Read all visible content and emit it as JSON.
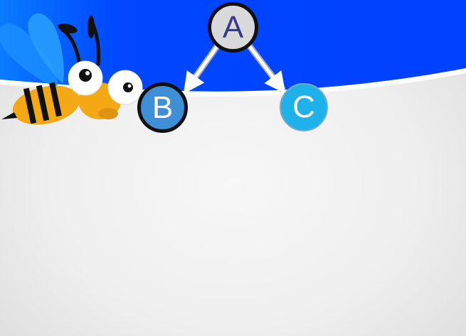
{
  "diagram": {
    "nodes": [
      {
        "id": "a",
        "label": "A"
      },
      {
        "id": "b",
        "label": "B"
      },
      {
        "id": "c",
        "label": "C"
      }
    ],
    "edges": [
      {
        "from": "A",
        "to": "B"
      },
      {
        "from": "A",
        "to": "C"
      }
    ]
  },
  "colors": {
    "header_blue": "#0047ff",
    "header_blue_light": "#0a7bff",
    "node_a_fill": "#d9d9db",
    "node_b_fill": "#3f8fd6",
    "node_c_fill": "#1fb2ea",
    "arrow": "#ffffff",
    "background": "#efefef"
  },
  "icons": {
    "mascot": "cartoon-bee-icon"
  }
}
